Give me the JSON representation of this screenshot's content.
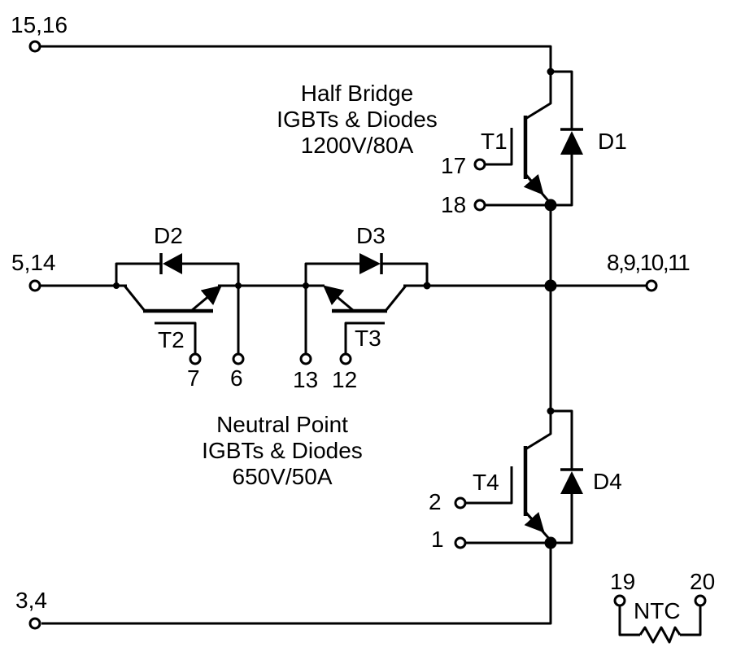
{
  "diagram": {
    "background": "#ffffff",
    "line_color": "#000000",
    "text_color": "#000000"
  },
  "blocks": {
    "half_bridge": {
      "line1": "Half Bridge",
      "line2": "IGBTs & Diodes",
      "line3": "1200V/80A"
    },
    "neutral_point": {
      "line1": "Neutral Point",
      "line2": "IGBTs & Diodes",
      "line3": "650V/50A"
    }
  },
  "components": {
    "t1": "T1",
    "t2": "T2",
    "t3": "T3",
    "t4": "T4",
    "d1": "D1",
    "d2": "D2",
    "d3": "D3",
    "d4": "D4",
    "ntc": "NTC"
  },
  "terminals": {
    "p15_16": "15,16",
    "p5_14": "5,14",
    "p8_9_10_11": "8,9,10,11",
    "p3_4": "3,4",
    "p17": "17",
    "p18": "18",
    "p7": "7",
    "p6": "6",
    "p13": "13",
    "p12": "12",
    "p2": "2",
    "p1": "1",
    "p19": "19",
    "p20": "20"
  }
}
